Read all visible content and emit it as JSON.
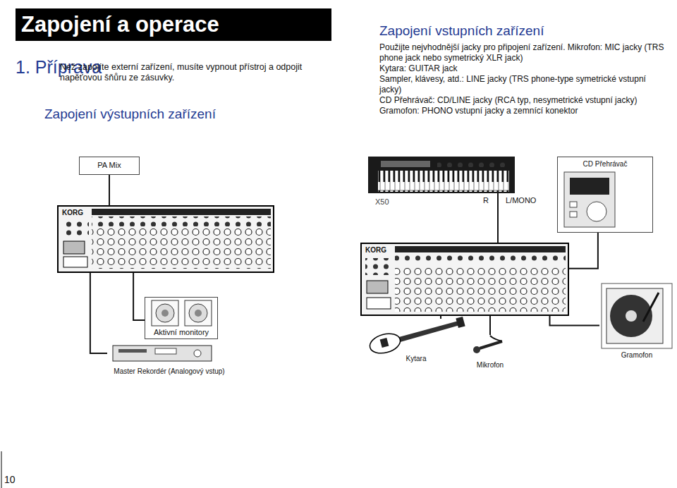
{
  "diagram": {
    "title": "Zapojení a operace",
    "nodes": [
      {
        "text": [
          "PA Mix"
        ]
      },
      {
        "text": [
          "KORG"
        ]
      },
      {
        "text": [
          "Aktivní monitory"
        ]
      },
      {
        "text": [
          "Master Rekordér (Analogový vstup)"
        ]
      },
      {
        "text": [
          "X50"
        ]
      },
      {
        "text": [
          "CD Přehrávač"
        ]
      },
      {
        "text": [
          "KORG"
        ]
      },
      {
        "text": [
          "Kytara"
        ]
      },
      {
        "text": [
          "Mikrofon"
        ]
      },
      {
        "text": [
          "Gramofon"
        ]
      }
    ],
    "edges": [
      {
        "from": 0,
        "to": 1,
        "arrow": "none"
      },
      {
        "from": 1,
        "to": 2,
        "arrow": "none"
      },
      {
        "from": 1,
        "to": 3,
        "arrow": "none"
      },
      {
        "from": 4,
        "to": 6,
        "arrow": "none"
      },
      {
        "from": 5,
        "to": 6,
        "arrow": "none"
      },
      {
        "from": 7,
        "to": 6,
        "arrow": "none"
      },
      {
        "from": 8,
        "to": 6,
        "arrow": "none"
      },
      {
        "from": 9,
        "to": 6,
        "arrow": "none"
      }
    ],
    "labels": [
      "1. Příprava",
      "Než zapojíte externí zařízení, musíte vypnout přístroj a odpojit napěťovou šňůru ze zásuvky.",
      "Zapojení výstupních zařízení",
      "Zapojení vstupních zařízení",
      "Použijte nejvhodnější jacky pro připojení zařízení. Mikrofon: MIC jacky (TRS phone jack nebo symetrický XLR jack)",
      "Kytara: GUITAR jack",
      "Sampler, klávesy, atd.: LINE jacky (TRS phone-type symetrické vstupní jacky)",
      "CD Přehrávač: CD/LINE jacky (RCA typ, nesymetrické vstupní jacky)",
      "Gramofon: PHONO vstupní jacky a zemnící konektor",
      "R",
      "L/MONO",
      "10"
    ]
  }
}
